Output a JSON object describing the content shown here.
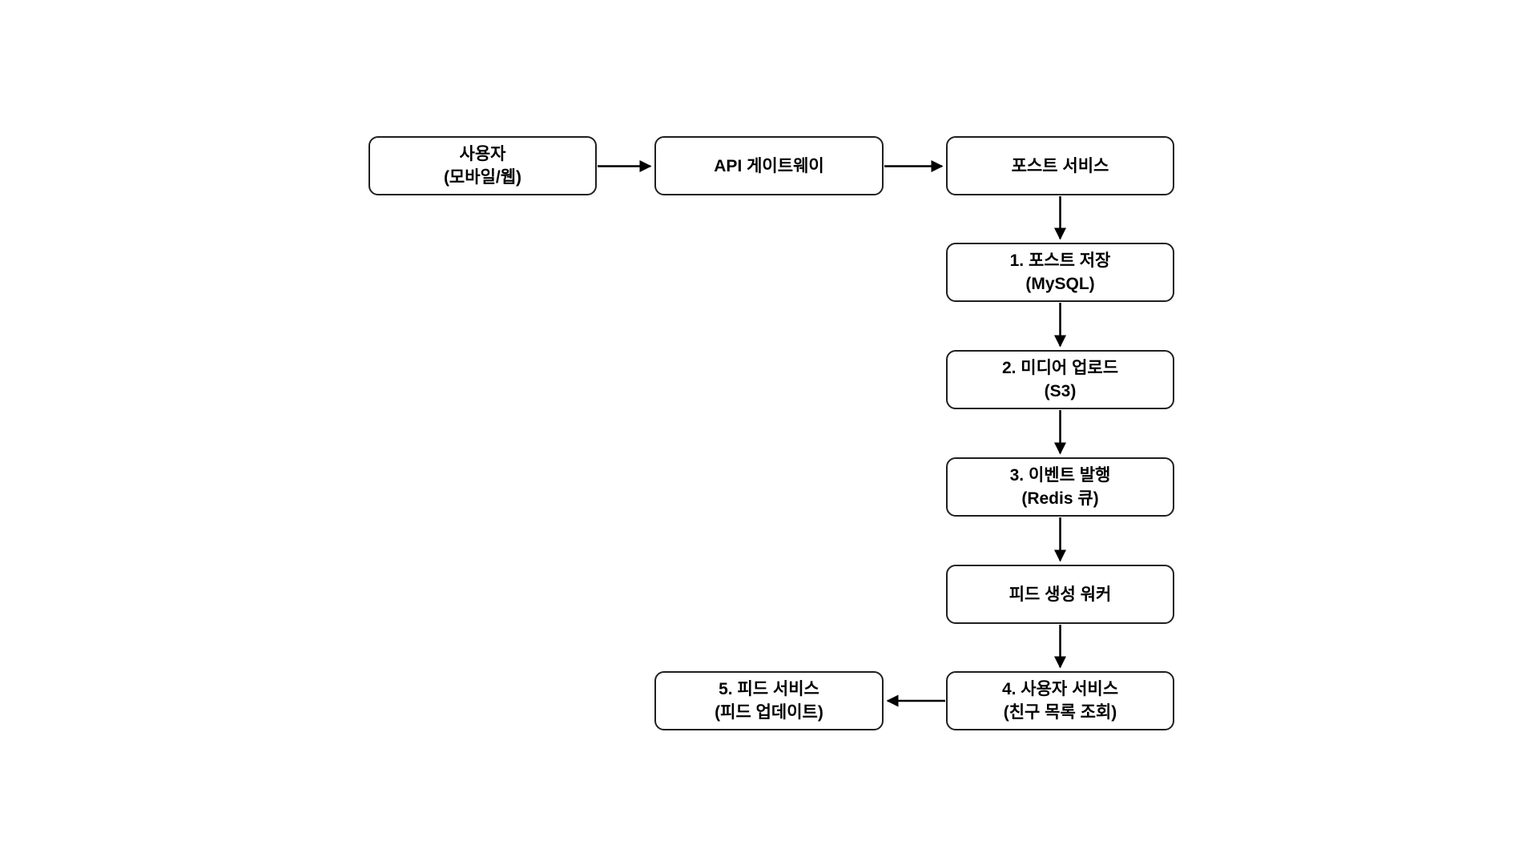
{
  "diagram": {
    "background_color": "#ffffff",
    "node_fill_color": "#ffffff",
    "node_border_color": "#1f1f1f",
    "text_color": "#000000",
    "arrow_color": "#000000",
    "nodes": [
      {
        "id": "user",
        "line1": "사용자",
        "line2": "(모바일/웹)"
      },
      {
        "id": "api-gateway",
        "line1": "API 게이트웨이",
        "line2": ""
      },
      {
        "id": "post-service",
        "line1": "포스트 서비스",
        "line2": ""
      },
      {
        "id": "step1-save-post",
        "line1": "1. 포스트 저장",
        "line2": "(MySQL)"
      },
      {
        "id": "step2-media-upload",
        "line1": "2. 미디어 업로드",
        "line2": "(S3)"
      },
      {
        "id": "step3-event-publish",
        "line1": "3. 이벤트 발행",
        "line2": "(Redis 큐)"
      },
      {
        "id": "feed-worker",
        "line1": "피드 생성 워커",
        "line2": ""
      },
      {
        "id": "step4-user-service",
        "line1": "4. 사용자 서비스",
        "line2": "(친구 목록 조회)"
      },
      {
        "id": "step5-feed-service",
        "line1": "5. 피드 서비스",
        "line2": "(피드 업데이트)"
      }
    ],
    "edges": [
      {
        "from": "user",
        "to": "api-gateway",
        "direction": "right"
      },
      {
        "from": "api-gateway",
        "to": "post-service",
        "direction": "right"
      },
      {
        "from": "post-service",
        "to": "step1-save-post",
        "direction": "down"
      },
      {
        "from": "step1-save-post",
        "to": "step2-media-upload",
        "direction": "down"
      },
      {
        "from": "step2-media-upload",
        "to": "step3-event-publish",
        "direction": "down"
      },
      {
        "from": "step3-event-publish",
        "to": "feed-worker",
        "direction": "down"
      },
      {
        "from": "feed-worker",
        "to": "step4-user-service",
        "direction": "down"
      },
      {
        "from": "step4-user-service",
        "to": "step5-feed-service",
        "direction": "left"
      }
    ]
  }
}
